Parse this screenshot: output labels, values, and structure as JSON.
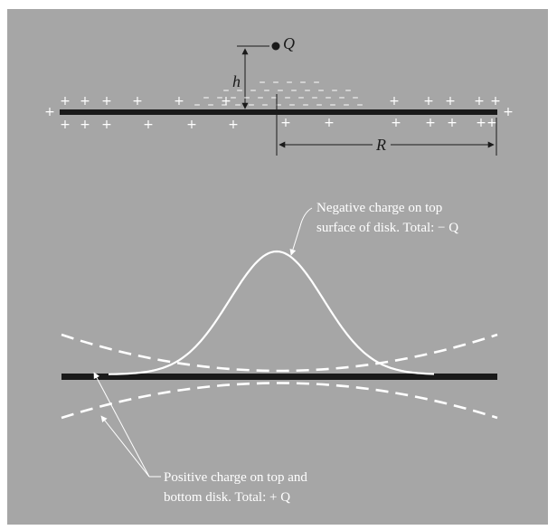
{
  "labels": {
    "charge": "Q",
    "height": "h",
    "radius": "R"
  },
  "annotations": {
    "negative_line1": "Negative charge on top",
    "negative_line2": "surface of disk. Total: − Q",
    "positive_line1": "Positive charge on top and",
    "positive_line2": "bottom disk. Total: + Q"
  },
  "signs": {
    "plus": "+",
    "minus": "–"
  },
  "colors": {
    "background": "#a6a6a6",
    "disk": "#1a1a1a",
    "curves": "#ffffff"
  }
}
